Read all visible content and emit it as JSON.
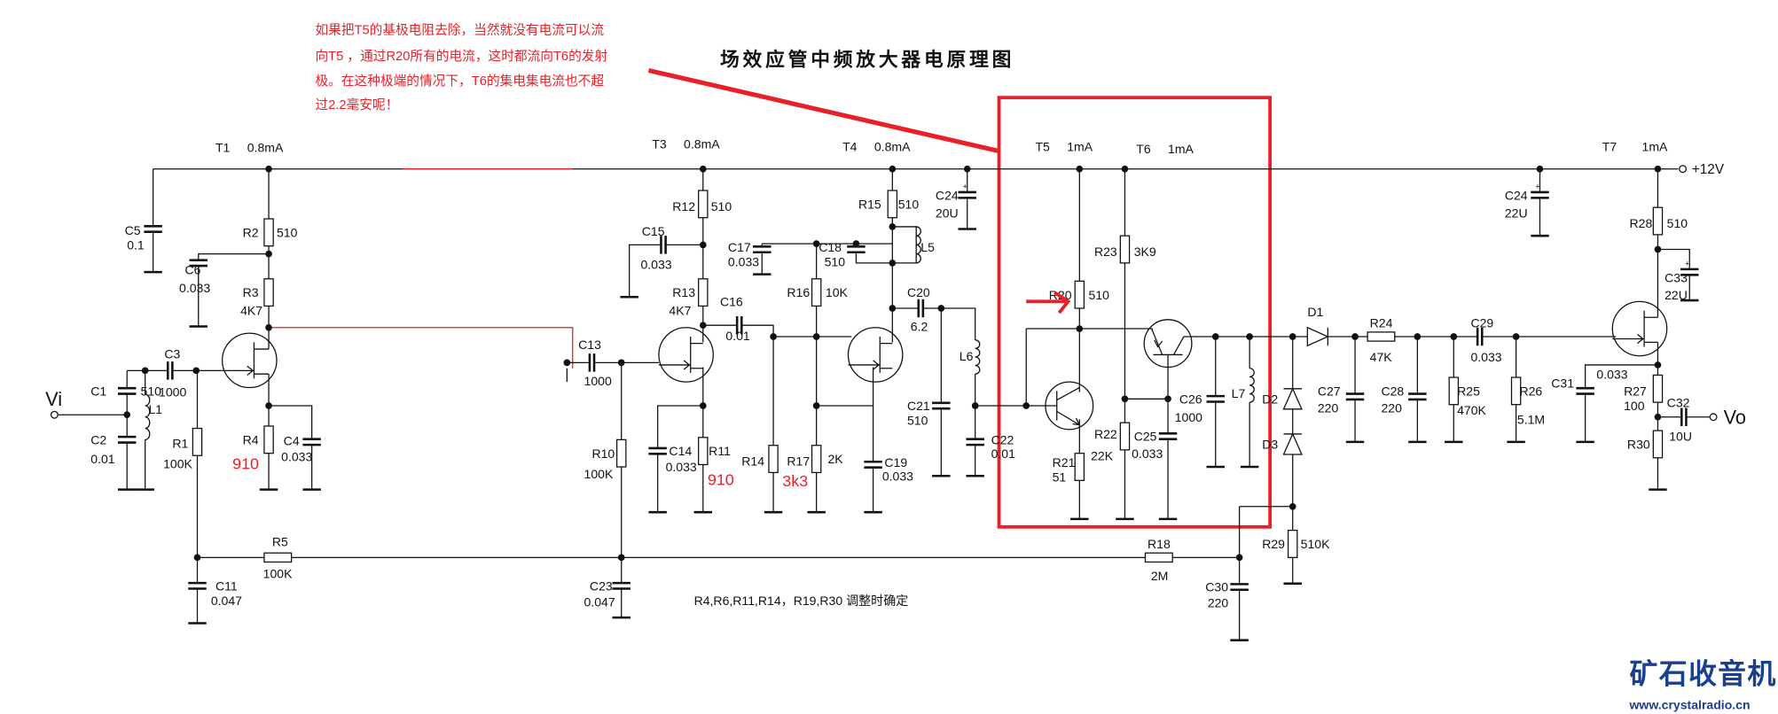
{
  "title": "场效应管中频放大器电原理图",
  "annotation": {
    "lines": [
      "如果把T5的基极电阻去除，当然就没有电流可以流",
      "向T5 ，通过R20所有的电流，这时都流向T6的发射",
      "极。在这种极端的情况下，T6的集电集电流也不超",
      "过2.2毫安呢！"
    ],
    "color": "#e8202a"
  },
  "highlight_color": "#e8202a",
  "supply": "+12V",
  "input_label": "Vi",
  "output_label": "Vo",
  "note": "R4,R6,R11,R14，R19,R30 调整时确定",
  "logo": {
    "text": "矿石收音机",
    "url": "www.crystalradio.cn",
    "color": "#1b3f8f"
  },
  "components": {
    "T1": {
      "ref": "T1",
      "value": "0.8mA"
    },
    "T3": {
      "ref": "T3",
      "value": "0.8mA"
    },
    "T4": {
      "ref": "T4",
      "value": "0.8mA"
    },
    "T5": {
      "ref": "T5",
      "value": "1mA"
    },
    "T6": {
      "ref": "T6",
      "value": "1mA"
    },
    "T7": {
      "ref": "T7",
      "value": "1mA"
    },
    "C5": {
      "ref": "C5",
      "value": "0.1"
    },
    "R2": {
      "ref": "R2",
      "value": "510"
    },
    "C6": {
      "ref": "C6",
      "value": "0.033"
    },
    "R3": {
      "ref": "R3",
      "value": "4K7"
    },
    "C1": {
      "ref": "C1",
      "value": "510"
    },
    "C2": {
      "ref": "C2",
      "value": "0.01"
    },
    "L1": {
      "ref": "L1"
    },
    "C3": {
      "ref": "C3",
      "value": "1000"
    },
    "R1": {
      "ref": "R1",
      "value": "100K"
    },
    "R4": {
      "ref": "R4",
      "value": "910"
    },
    "C4": {
      "ref": "C4",
      "value": "0.033"
    },
    "R5": {
      "ref": "R5",
      "value": "100K"
    },
    "C11": {
      "ref": "C11",
      "value": "0.047"
    },
    "C13": {
      "ref": "C13",
      "value": "1000"
    },
    "R10": {
      "ref": "R10",
      "value": "100K"
    },
    "C23": {
      "ref": "C23",
      "value": "0.047"
    },
    "R12": {
      "ref": "R12",
      "value": "510"
    },
    "C15": {
      "ref": "C15",
      "value": "0.033"
    },
    "R13": {
      "ref": "R13",
      "value": "4K7"
    },
    "C16": {
      "ref": "C16",
      "value": "0.01"
    },
    "C14": {
      "ref": "C14",
      "value": "0.033"
    },
    "R11": {
      "ref": "R11",
      "value": "910"
    },
    "R14": {
      "ref": "R14",
      "value": "3k3"
    },
    "R16": {
      "ref": "R16",
      "value": "10K"
    },
    "R17": {
      "ref": "R17",
      "value": "2K"
    },
    "C17": {
      "ref": "C17",
      "value": "0.033"
    },
    "C18": {
      "ref": "C18",
      "value": "510"
    },
    "R15": {
      "ref": "R15",
      "value": "510"
    },
    "L5": {
      "ref": "L5"
    },
    "C19": {
      "ref": "C19",
      "value": "0.033"
    },
    "C20": {
      "ref": "C20",
      "value": "6.2"
    },
    "L6": {
      "ref": "L6"
    },
    "C21": {
      "ref": "C21",
      "value": "510"
    },
    "C22": {
      "ref": "C22",
      "value": "0.01"
    },
    "C24a": {
      "ref": "C24",
      "value": "20U"
    },
    "R20": {
      "ref": "R20",
      "value": "510"
    },
    "R21": {
      "ref": "R21",
      "value": "51"
    },
    "R23": {
      "ref": "R23",
      "value": "3K9"
    },
    "R22": {
      "ref": "R22",
      "value": "22K"
    },
    "C25": {
      "ref": "C25",
      "value": "0.033"
    },
    "C26": {
      "ref": "C26",
      "value": "1000"
    },
    "L7": {
      "ref": "L7"
    },
    "D1": {
      "ref": "D1"
    },
    "D2": {
      "ref": "D2"
    },
    "D3": {
      "ref": "D3"
    },
    "R24": {
      "ref": "R24",
      "value": "47K"
    },
    "C29": {
      "ref": "C29",
      "value": "0.033"
    },
    "C27": {
      "ref": "C27",
      "value": "220"
    },
    "C28": {
      "ref": "C28",
      "value": "220"
    },
    "R25": {
      "ref": "R25",
      "value": "470K"
    },
    "R26": {
      "ref": "R26",
      "value": "5.1M"
    },
    "R29": {
      "ref": "R29",
      "value": "510K"
    },
    "R18": {
      "ref": "R18",
      "value": "2M"
    },
    "C30": {
      "ref": "C30",
      "value": "220"
    },
    "C24b": {
      "ref": "C24",
      "value": "22U"
    },
    "R28": {
      "ref": "R28",
      "value": "510"
    },
    "C33": {
      "ref": "C33",
      "value": "22U"
    },
    "C31": {
      "ref": "C31",
      "value": "0.033"
    },
    "R27": {
      "ref": "R27",
      "value": "100"
    },
    "C32": {
      "ref": "C32",
      "value": "10U"
    },
    "R30": {
      "ref": "R30"
    }
  }
}
